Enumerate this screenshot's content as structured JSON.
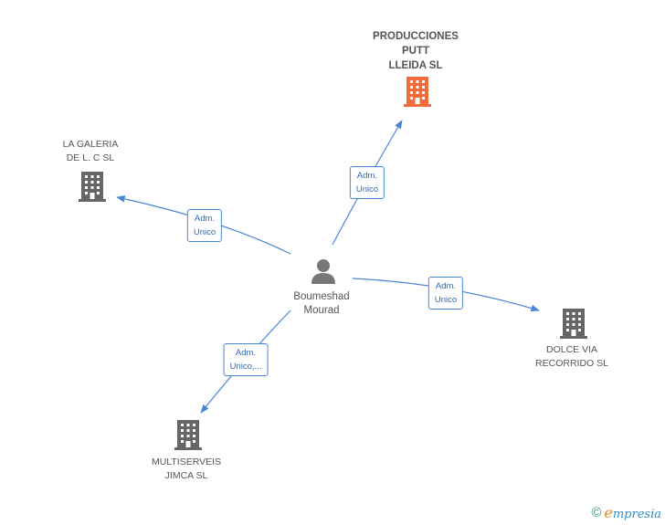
{
  "colors": {
    "edge": "#4a86d6",
    "building_default": "#666666",
    "building_highlight": "#f26b3a",
    "person": "#777777"
  },
  "person": {
    "name_line1": "Boumeshad",
    "name_line2": "Mourad",
    "icon": "person-icon"
  },
  "companies": [
    {
      "line1": "PRODUCCIONES",
      "line2": "PUTT",
      "line3": "LLEIDA SL",
      "icon": "building-icon",
      "highlight": true
    },
    {
      "line1": "LA GALERIA",
      "line2": "DE L. C SL",
      "icon": "building-icon",
      "highlight": false
    },
    {
      "line1": "DOLCE VIA",
      "line2": "RECORRIDO SL",
      "icon": "building-icon",
      "highlight": false
    },
    {
      "line1": "MULTISERVEIS",
      "line2": "JIMCA SL",
      "icon": "building-icon",
      "highlight": false
    }
  ],
  "relations": [
    {
      "line1": "Adm.",
      "line2": "Unico"
    },
    {
      "line1": "Adm.",
      "line2": "Unico"
    },
    {
      "line1": "Adm.",
      "line2": "Unico"
    },
    {
      "line1": "Adm.",
      "line2": "Unico,..."
    }
  ],
  "footer": {
    "copyright": "©",
    "brand_first": "e",
    "brand_rest": "mpresia"
  }
}
